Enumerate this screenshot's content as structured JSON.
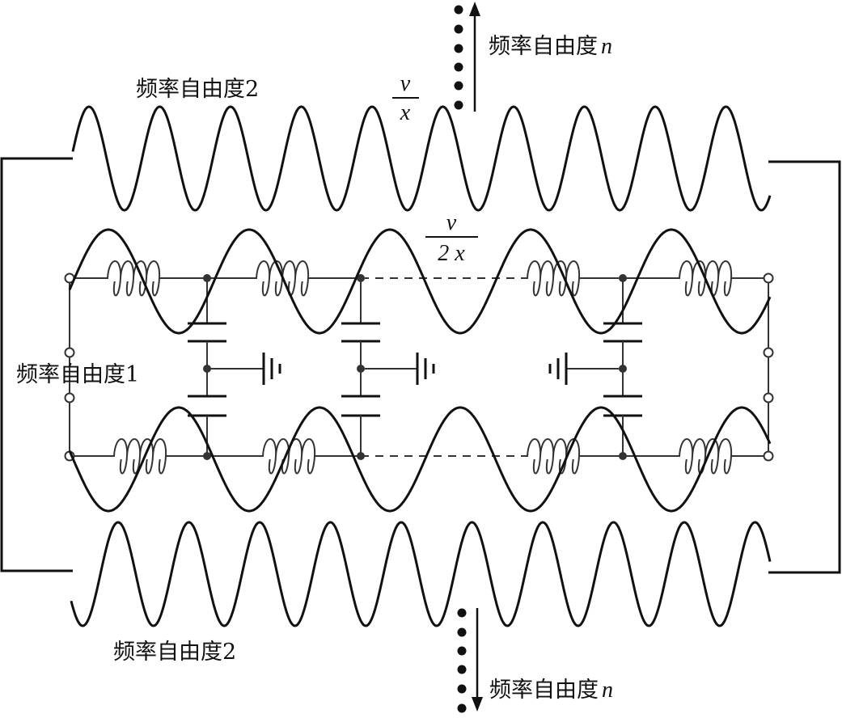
{
  "labels": {
    "freq_n_top": "频率自由度",
    "freq_n_top_var": "n",
    "freq_2_top": "频率自由度2",
    "freq_1": "频率自由度1",
    "freq_2_bottom": "频率自由度2",
    "freq_n_bottom": "频率自由度",
    "freq_n_bottom_var": "n",
    "frac_v_over_x_num": "v",
    "frac_v_over_x_den": "x",
    "frac_v_over_2x_num": "v",
    "frac_v_over_2x_den": "2 x"
  },
  "colors": {
    "stroke": "#111111",
    "circuit": "#333333",
    "background": "#ffffff"
  }
}
